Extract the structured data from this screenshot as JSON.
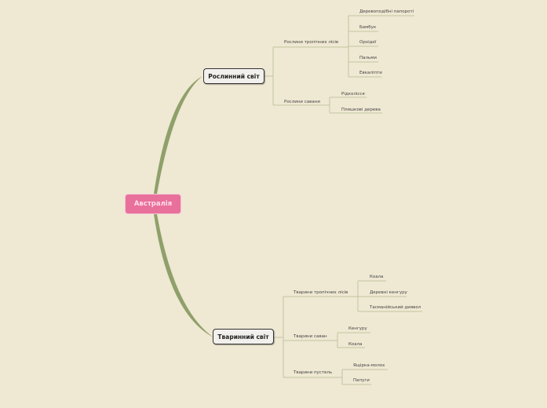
{
  "root": {
    "label": "Австралія",
    "color": "#e9709a"
  },
  "branches": [
    {
      "label": "Рослинний світ",
      "children": [
        {
          "label": "Рослини тропічних лісів",
          "children": [
            "Деревоподібні папороті",
            "Бамбук",
            "Орхідеї",
            "Пальми",
            "Евкаліпти"
          ]
        },
        {
          "label": "Рослини савани",
          "children": [
            "Рідколісся",
            "Пляшкові дерева"
          ]
        }
      ]
    },
    {
      "label": "Тваринний світ",
      "children": [
        {
          "label": "Тварини тропічних лісів",
          "children": [
            "Коала",
            "Деревні кенгуру",
            "Тасманійський диявол"
          ]
        },
        {
          "label": "Тварини саван",
          "children": [
            "Кенгуру",
            "Коала"
          ]
        },
        {
          "label": "Тварини пустель",
          "children": [
            "Ящірка-молох",
            "Папуги"
          ]
        }
      ]
    }
  ],
  "line_color": "#b9bf95",
  "trunk_color": "#8fa06a"
}
